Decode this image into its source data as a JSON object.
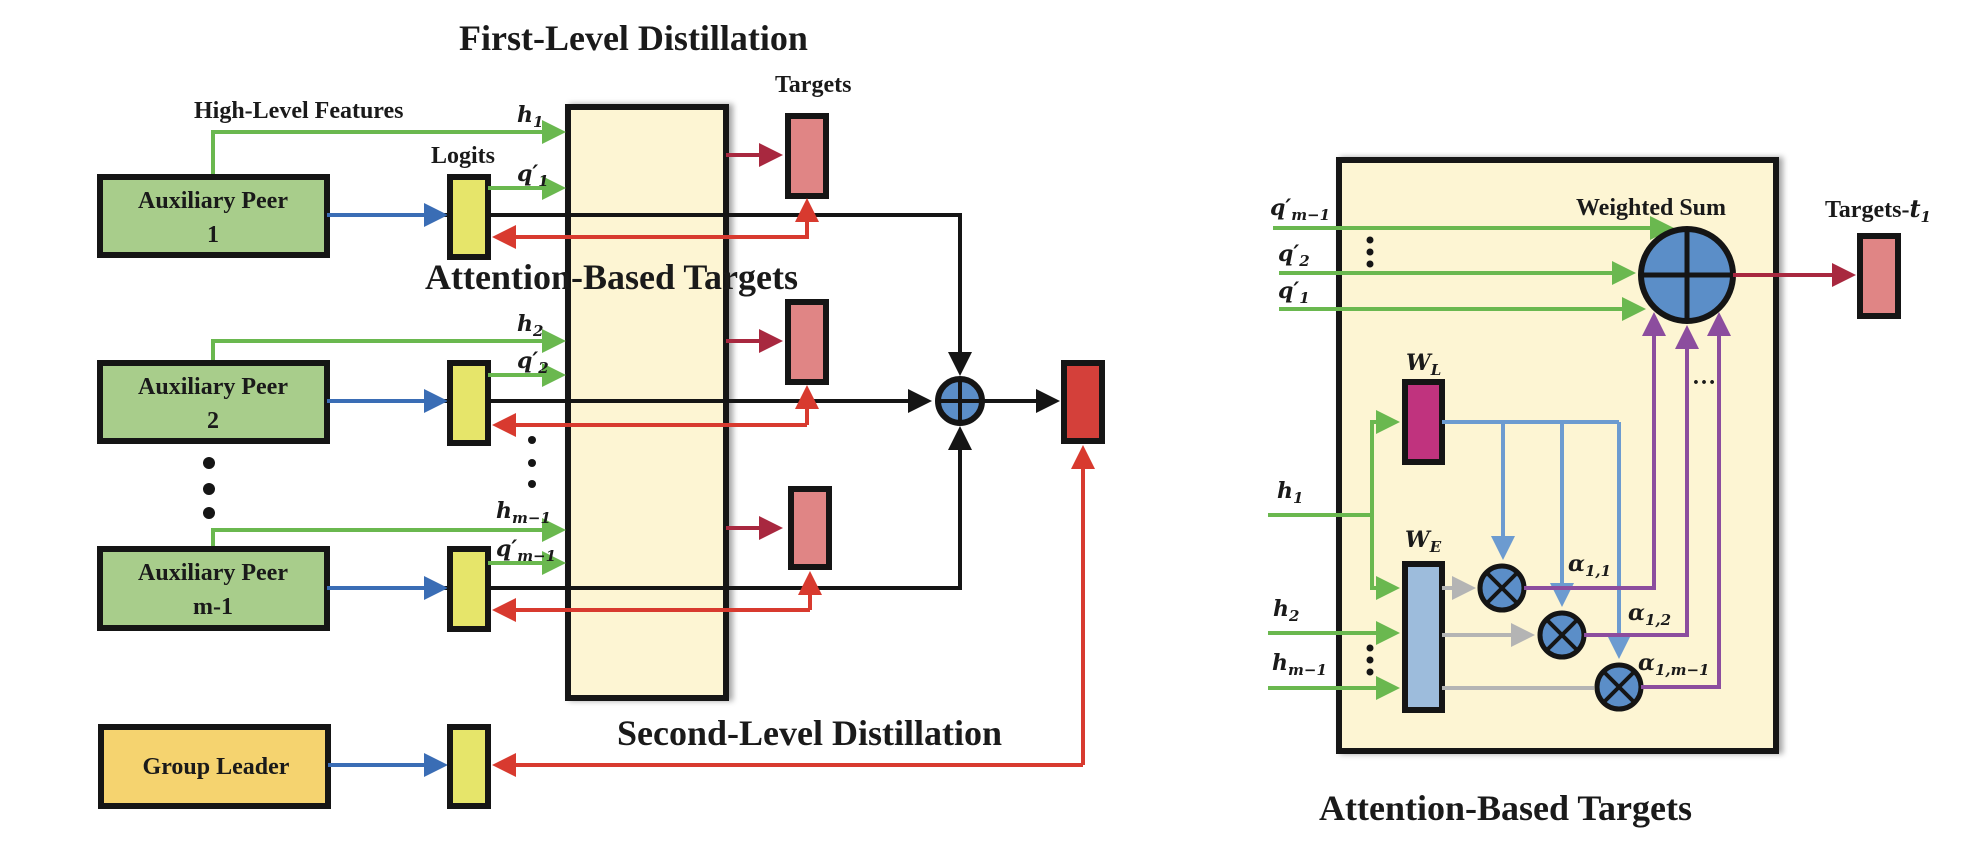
{
  "left_panel": {
    "title": "First-Level Distillation",
    "high_level_features_label": "High-Level Features",
    "logits_label": "Logits",
    "targets_label": "Targets",
    "overlay_title": "Attention-Based Targets",
    "second_level_title": "Second-Level Distillation",
    "peers": [
      {
        "line1": "Auxiliary Peer",
        "line2": "1",
        "h": "h",
        "h_sub": "1",
        "q": "q′",
        "q_sub": "1"
      },
      {
        "line1": "Auxiliary Peer",
        "line2": "2",
        "h": "h",
        "h_sub": "2",
        "q": "q′",
        "q_sub": "2"
      },
      {
        "line1": "Auxiliary Peer",
        "line2": "m-1",
        "h": "h",
        "h_sub": "m−1",
        "q": "q′",
        "q_sub": "m−1"
      }
    ],
    "group_leader_label": "Group Leader",
    "ellipsis": "⋮"
  },
  "right_panel": {
    "title": "Attention-Based Targets",
    "weighted_sum_label": "Weighted Sum",
    "targets_label": "Targets-",
    "targets_sym": "t",
    "targets_sub": "1",
    "inputs_q": [
      {
        "sym": "q′",
        "sub": "m−1"
      },
      {
        "sym": "q′",
        "sub": "2"
      },
      {
        "sym": "q′",
        "sub": "1"
      }
    ],
    "inputs_h": [
      {
        "sym": "h",
        "sub": "1"
      },
      {
        "sym": "h",
        "sub": "2"
      },
      {
        "sym": "h",
        "sub": "m−1"
      }
    ],
    "wl_label": {
      "sym": "W",
      "sub": "L"
    },
    "we_label": {
      "sym": "W",
      "sub": "E"
    },
    "alphas": [
      {
        "sym": "α",
        "sub": "1,1"
      },
      {
        "sym": "α",
        "sub": "1,2"
      },
      {
        "sym": "α",
        "sub": "1,m−1"
      }
    ],
    "ellipsis_h": "…",
    "ellipsis_v": "⋮"
  },
  "colors": {
    "peer_fill": "#a8cd8b",
    "leader_fill": "#f5d36f",
    "logits_fill": "#e6e56a",
    "panel_fill": "#fdf5d3",
    "target_fill": "#e08585",
    "final_target_fill": "#d4403a",
    "sum_fill": "#5b8ec8",
    "wl_fill": "#c0337e",
    "we_fill": "#9dbcdc"
  }
}
